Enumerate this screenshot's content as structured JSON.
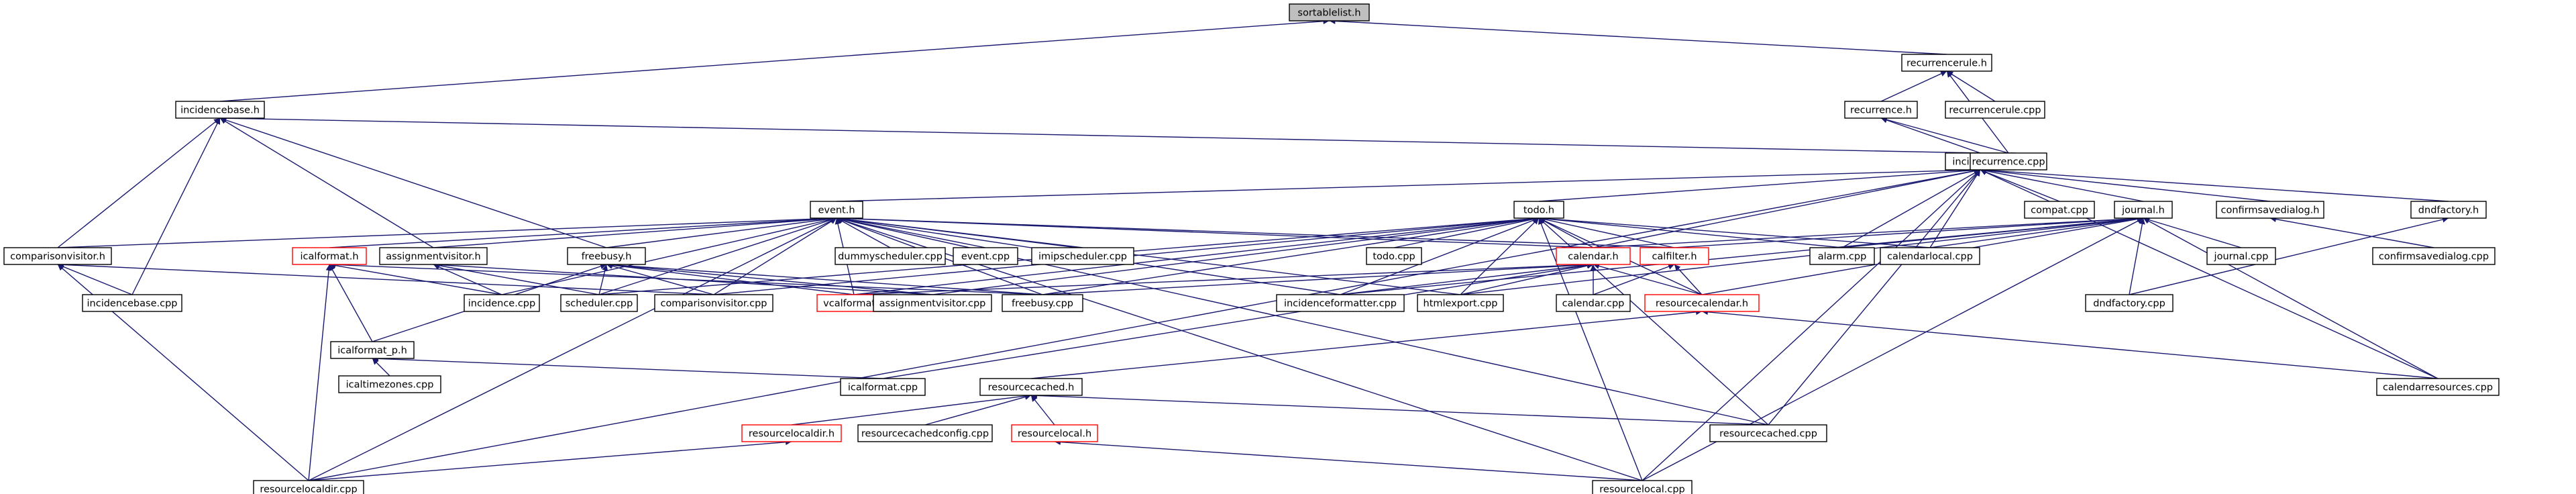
{
  "colors": {
    "edge": "#191970",
    "node_border": "#000000",
    "highlight_border": "#ff0000",
    "root_fill": "#bfbfbf"
  },
  "nodes": {
    "sortablelist_h": "sortablelist.h",
    "recurrencerule_h": "recurrencerule.h",
    "incidencebase_h": "incidencebase.h",
    "recurrence_h": "recurrence.h",
    "recurrencerule_cpp": "recurrencerule.cpp",
    "incidence_h": "incidence.h",
    "recurrence_cpp": "recurrence.cpp",
    "event_h": "event.h",
    "todo_h": "todo.h",
    "compat_cpp": "compat.cpp",
    "journal_h": "journal.h",
    "confirmsavedialog_h": "confirmsavedialog.h",
    "dndfactory_h": "dndfactory.h",
    "comparisonvisitor_h": "comparisonvisitor.h",
    "icalformat_h": "icalformat.h",
    "assignmentvisitor_h": "assignmentvisitor.h",
    "freebusy_h": "freebusy.h",
    "dummyscheduler_cpp": "dummyscheduler.cpp",
    "event_cpp": "event.cpp",
    "imipscheduler_cpp": "imipscheduler.cpp",
    "todo_cpp": "todo.cpp",
    "calendar_h": "calendar.h",
    "calfilter_h": "calfilter.h",
    "alarm_cpp": "alarm.cpp",
    "calendarlocal_cpp": "calendarlocal.cpp",
    "journal_cpp": "journal.cpp",
    "confirmsavedialog_cpp": "confirmsavedialog.cpp",
    "incidencebase_cpp": "incidencebase.cpp",
    "incidence_cpp": "incidence.cpp",
    "scheduler_cpp": "scheduler.cpp",
    "comparisonvisitor_cpp": "comparisonvisitor.cpp",
    "vcalformat_h": "vcalformat.h",
    "assignmentvisitor_cpp": "assignmentvisitor.cpp",
    "freebusy_cpp": "freebusy.cpp",
    "incidenceformatter_cpp": "incidenceformatter.cpp",
    "htmlexport_cpp": "htmlexport.cpp",
    "calendar_cpp": "calendar.cpp",
    "resourcecalendar_h": "resourcecalendar.h",
    "dndfactory_cpp": "dndfactory.cpp",
    "icalformat_p_h": "icalformat_p.h",
    "icaltimezones_cpp": "icaltimezones.cpp",
    "icalformat_cpp": "icalformat.cpp",
    "resourcecached_h": "resourcecached.h",
    "calendarresources_cpp": "calendarresources.cpp",
    "resourcelocaldir_h": "resourcelocaldir.h",
    "resourcecachedconfig_cpp": "resourcecachedconfig.cpp",
    "resourcelocal_h": "resourcelocal.h",
    "resourcecached_cpp": "resourcecached.cpp",
    "resourcelocaldir_cpp": "resourcelocaldir.cpp",
    "resourcelocal_cpp": "resourcelocal.cpp"
  }
}
